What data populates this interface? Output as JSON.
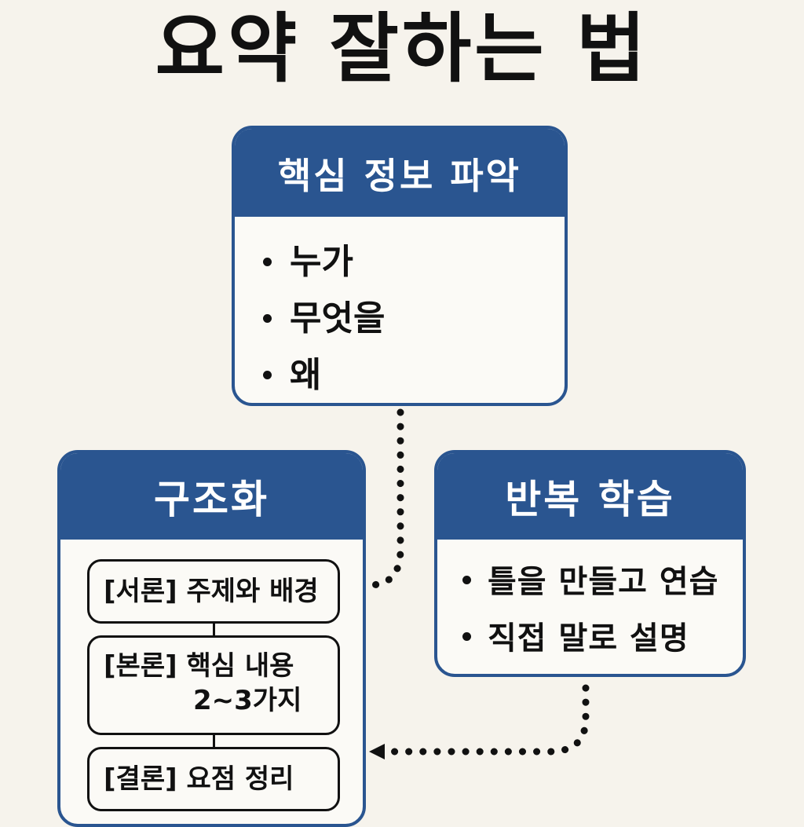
{
  "title": "요약 잘하는 법",
  "info_card": {
    "header": "핵심 정보 파악",
    "items": [
      "누가",
      "무엇을",
      "왜"
    ]
  },
  "structure_card": {
    "header": "구조화",
    "steps": [
      {
        "label": "[서론] 주제와 배경"
      },
      {
        "label": "[본론] 핵심 내용",
        "label_line2": "2~3가지"
      },
      {
        "label": "[결론] 요점 정리"
      }
    ]
  },
  "repeat_card": {
    "header": "반복 학습",
    "items": [
      "틀을 만들고 연습",
      "직접 말로 설명"
    ]
  },
  "colors": {
    "header_blue": "#2a5590",
    "background": "#f6f3ec",
    "text": "#111111"
  }
}
